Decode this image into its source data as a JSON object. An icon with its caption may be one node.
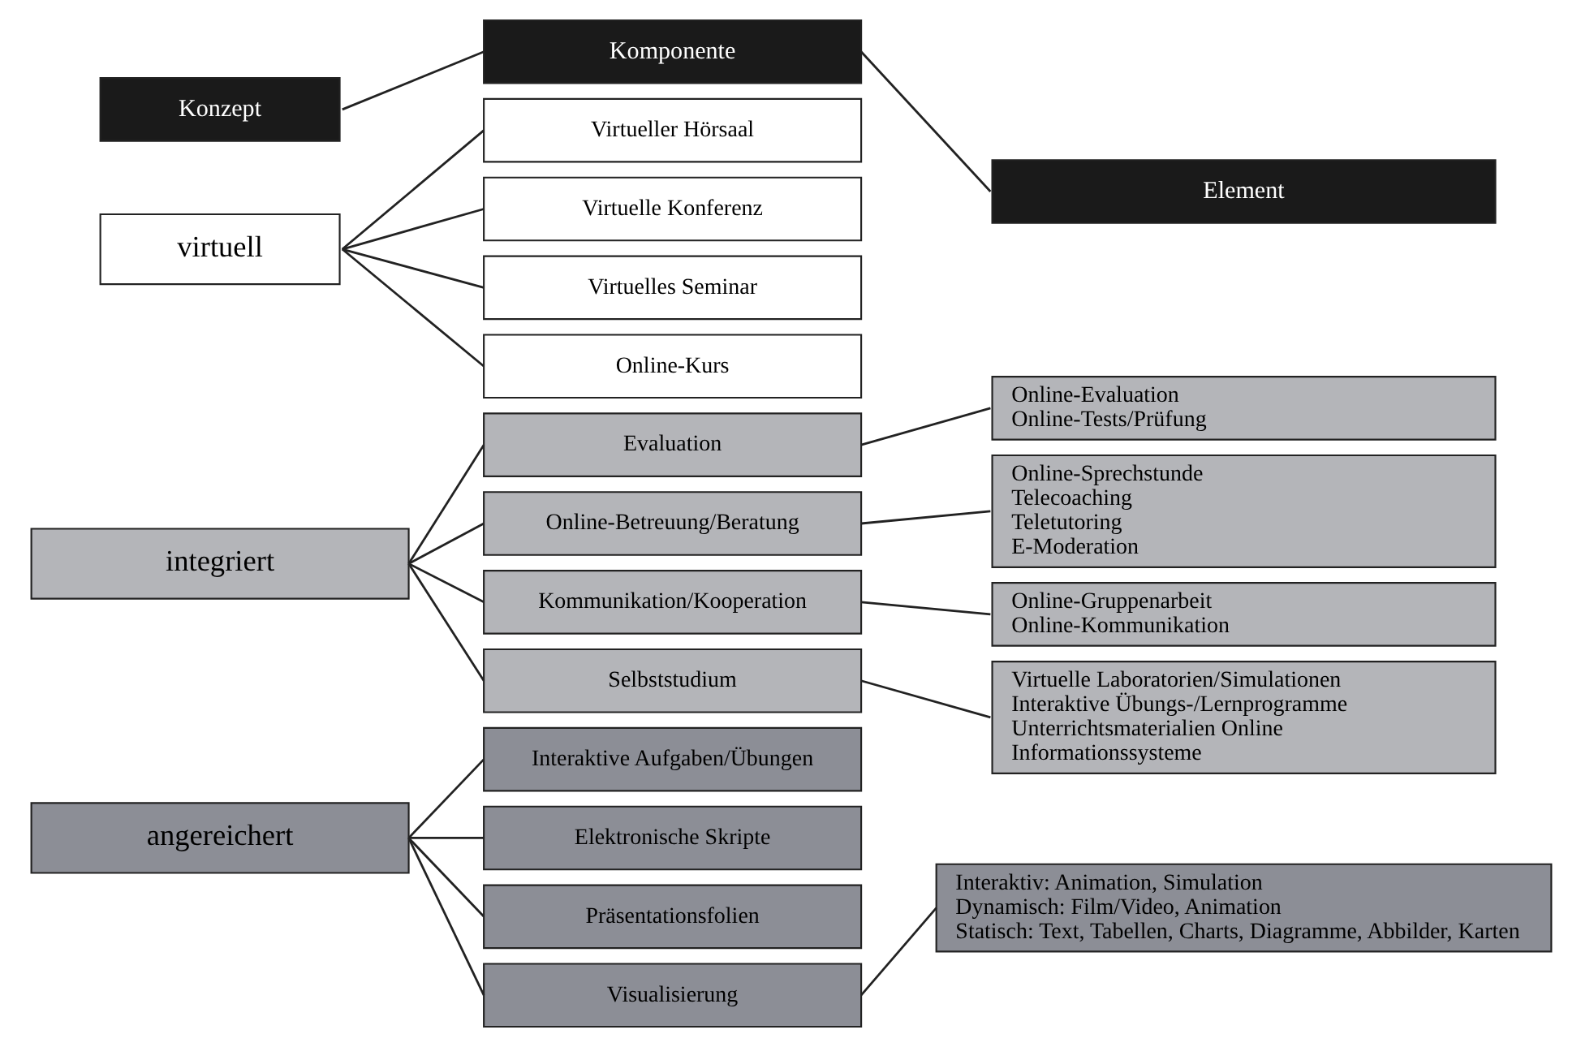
{
  "diagram": {
    "nodes": [
      {
        "text": [
          "Konzept"
        ]
      },
      {
        "text": [
          "Komponente"
        ]
      },
      {
        "text": [
          "Element"
        ]
      },
      {
        "text": [
          "virtuell"
        ]
      },
      {
        "text": [
          "Virtueller Hörsaal"
        ]
      },
      {
        "text": [
          "Virtuelle Konferenz"
        ]
      },
      {
        "text": [
          "Virtuelles Seminar"
        ]
      },
      {
        "text": [
          "Online-Kurs"
        ]
      },
      {
        "text": [
          "integriert"
        ]
      },
      {
        "text": [
          "Evaluation"
        ]
      },
      {
        "text": [
          "Online-Betreuung/Beratung"
        ]
      },
      {
        "text": [
          "Kommunikation/Kooperation"
        ]
      },
      {
        "text": [
          "Selbststudium"
        ]
      },
      {
        "text": [
          "angereichert"
        ]
      },
      {
        "text": [
          "Interaktive Aufgaben/Übungen"
        ]
      },
      {
        "text": [
          "Elektronische Skripte"
        ]
      },
      {
        "text": [
          "Präsentationsfolien"
        ]
      },
      {
        "text": [
          "Visualisierung"
        ]
      },
      {
        "text": [
          "Online-Evaluation",
          "Online-Tests/Prüfung"
        ]
      },
      {
        "text": [
          "Online-Sprechstunde",
          "Telecoaching",
          "Teletutoring",
          "E-Moderation"
        ]
      },
      {
        "text": [
          "Online-Gruppenarbeit",
          "Online-Kommunikation"
        ]
      },
      {
        "text": [
          "Virtuelle Laboratorien/Simulationen",
          "Interaktive Übungs-/Lernprogramme",
          "Unterrichtsmaterialien Online",
          "Informationssysteme"
        ]
      },
      {
        "text": [
          "Interaktiv: Animation, Simulation",
          "Dynamisch: Film/Video, Animation",
          "Statisch: Text, Tabellen, Charts, Diagramme, Abbilder, Karten"
        ]
      }
    ],
    "edges": [
      {
        "from": 0,
        "to": 1,
        "arrow": "none"
      },
      {
        "from": 1,
        "to": 2,
        "arrow": "none"
      },
      {
        "from": 3,
        "to": 4,
        "arrow": "none"
      },
      {
        "from": 3,
        "to": 5,
        "arrow": "none"
      },
      {
        "from": 3,
        "to": 6,
        "arrow": "none"
      },
      {
        "from": 3,
        "to": 7,
        "arrow": "none"
      },
      {
        "from": 8,
        "to": 9,
        "arrow": "none"
      },
      {
        "from": 8,
        "to": 10,
        "arrow": "none"
      },
      {
        "from": 8,
        "to": 11,
        "arrow": "none"
      },
      {
        "from": 8,
        "to": 12,
        "arrow": "none"
      },
      {
        "from": 13,
        "to": 14,
        "arrow": "none"
      },
      {
        "from": 13,
        "to": 15,
        "arrow": "none"
      },
      {
        "from": 13,
        "to": 16,
        "arrow": "none"
      },
      {
        "from": 13,
        "to": 17,
        "arrow": "none"
      },
      {
        "from": 9,
        "to": 18,
        "arrow": "none"
      },
      {
        "from": 10,
        "to": 19,
        "arrow": "none"
      },
      {
        "from": 11,
        "to": 20,
        "arrow": "none"
      },
      {
        "from": 12,
        "to": 21,
        "arrow": "none"
      },
      {
        "from": 17,
        "to": 22,
        "arrow": "none"
      }
    ]
  }
}
